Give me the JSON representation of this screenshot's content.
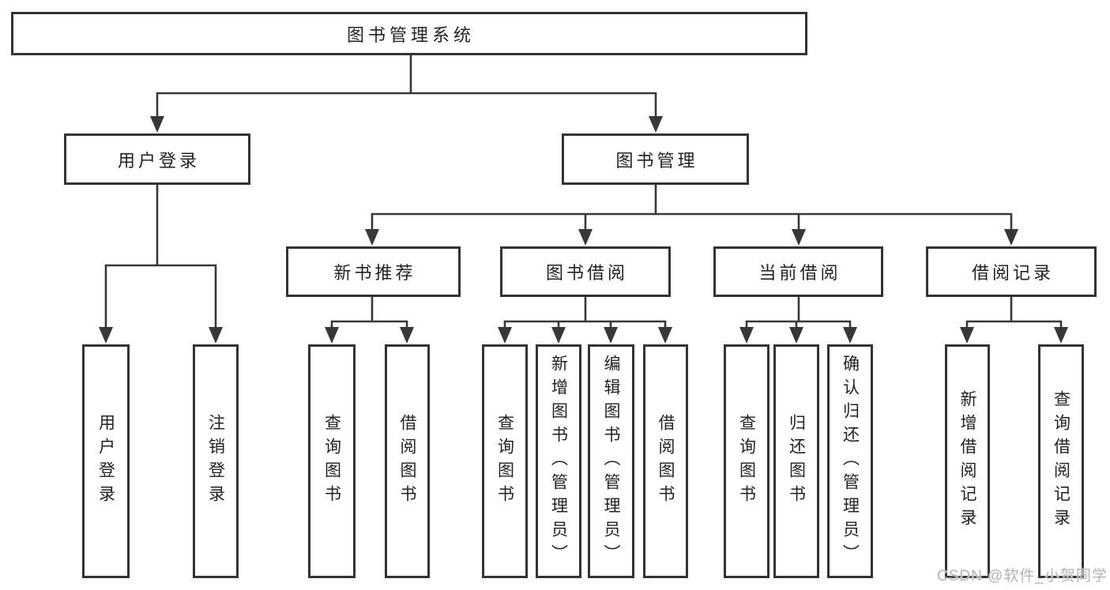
{
  "root": {
    "label": "图书管理系统"
  },
  "level2": {
    "user_login": {
      "label": "用户登录"
    },
    "book_mgmt": {
      "label": "图书管理"
    }
  },
  "level3": {
    "new_books": {
      "label": "新书推荐"
    },
    "borrowing": {
      "label": "图书借阅"
    },
    "current": {
      "label": "当前借阅"
    },
    "records": {
      "label": "借阅记录"
    }
  },
  "leaves": {
    "user_login": [
      "用户登录",
      "注销登录"
    ],
    "new_books": [
      "查询图书",
      "借阅图书"
    ],
    "borrowing": [
      "查询图书",
      "新增图书（管理员）",
      "编辑图书（管理员）",
      "借阅图书"
    ],
    "current": [
      "查询图书",
      "归还图书",
      "确认归还（管理员）"
    ],
    "records": [
      "新增借阅记录",
      "查询借阅记录"
    ]
  },
  "watermark": {
    "text": "CSDN @软件_小贺同学"
  },
  "colors": {
    "line": "#383838",
    "box_border": "#333333",
    "text": "#222222",
    "watermark": "#b3b3b3",
    "background": "#ffffff"
  }
}
